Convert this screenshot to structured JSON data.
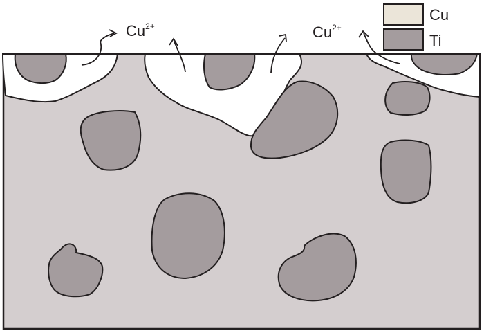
{
  "labels": {
    "ion_left_base": "Cu",
    "ion_left_charge": "2+",
    "ion_right_base": "Cu",
    "ion_right_charge": "2+"
  },
  "legend": [
    {
      "key": "cu",
      "label": "Cu",
      "color": "#ebe5d9"
    },
    {
      "key": "ti",
      "label": "Ti",
      "color": "#a49c9e"
    }
  ],
  "colors": {
    "matrix": "#d4cecf",
    "particle": "#a49c9e",
    "pit": "#ffffff",
    "outline": "#231f20"
  }
}
